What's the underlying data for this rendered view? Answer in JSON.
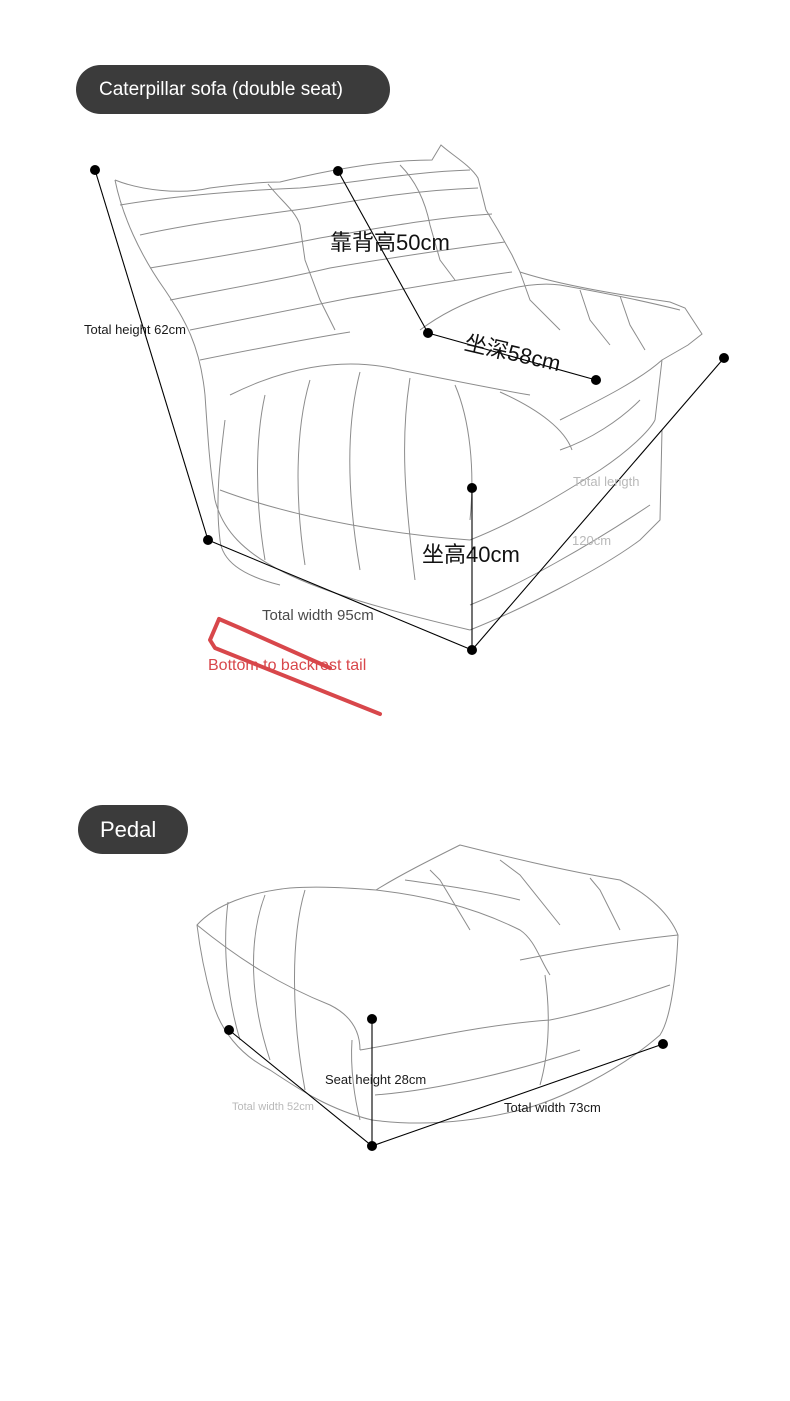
{
  "sofa": {
    "title": "Caterpillar sofa (double seat)",
    "total_height": "Total height 62cm",
    "backrest_height": "靠背高50cm",
    "seat_depth": "坐深58cm",
    "seat_height": "坐高40cm",
    "total_length": "Total length",
    "total_length_value": "120cm",
    "total_width": "Total width 95cm",
    "note": "Bottom to backrest tail"
  },
  "pedal": {
    "title": "Pedal",
    "seat_height": "Seat height 28cm",
    "width_left": "Total width 52cm",
    "width_right": "Total width 73cm"
  },
  "colors": {
    "pill_bg": "#3b3b3b",
    "outline": "#8c8c8c",
    "dimension_line": "#000000",
    "note_red": "#d8474b"
  }
}
